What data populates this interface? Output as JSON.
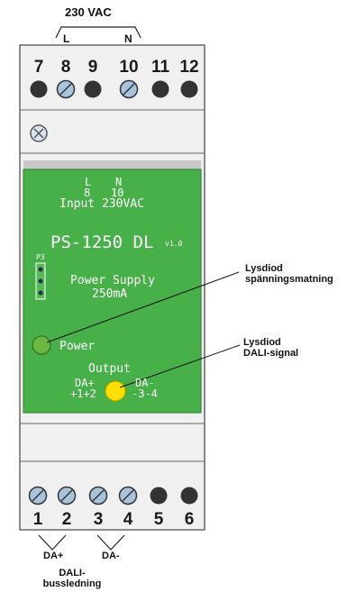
{
  "supply": {
    "voltage": "230 VAC",
    "l": "L",
    "n": "N"
  },
  "top_terminals": [
    "7",
    "8",
    "9",
    "10",
    "11",
    "12"
  ],
  "bottom_terminals": [
    "1",
    "2",
    "3",
    "4",
    "5",
    "6"
  ],
  "pcb": {
    "l": "L",
    "n": "N",
    "pin8": "8",
    "pin10": "10",
    "input": "Input 230VAC",
    "model": "PS-1250 DL",
    "version": "v1.0",
    "connector": "P3",
    "supply_label": "Power Supply",
    "current": "250mA",
    "power_led": "Power",
    "output": "Output",
    "da_plus": "DA+",
    "da_plus_pins": "+1+2",
    "da_minus": "DA-",
    "da_minus_pins": "-3-4"
  },
  "annotations": {
    "power_led_l1": "Lysdiod",
    "power_led_l2": "spänningsmatning",
    "signal_led_l1": "Lysdiod",
    "signal_led_l2": "DALI-signal"
  },
  "bus": {
    "da_plus": "DA+",
    "da_minus": "DA-",
    "title_l1": "DALI-",
    "title_l2": "bussledning"
  },
  "colors": {
    "housing": "#f0f0f0",
    "pcb": "#47b048",
    "power_led": "#6bb841",
    "signal_led": "#ffe000",
    "screw": "#a8c4dc",
    "terminal": "#333333"
  }
}
